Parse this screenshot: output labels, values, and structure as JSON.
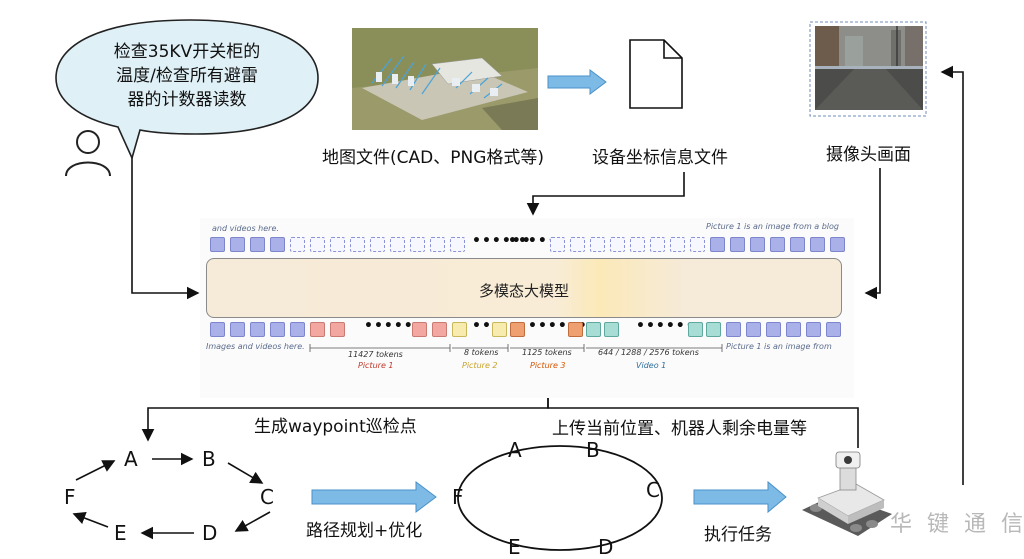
{
  "user_query": {
    "line1": "检查35KV开关柜的",
    "line2": "温度/检查所有避雷",
    "line3": "器的计数器读数"
  },
  "top_labels": {
    "map_file": "地图文件(CAD、PNG格式等)",
    "coord_file": "设备坐标信息文件",
    "camera": "摄像头画面"
  },
  "model": {
    "title": "多模态大模型",
    "top_caption_left": "and videos here.",
    "top_caption_right": "Picture 1 is an image from a blog",
    "bottom_caption_left": "Images and videos here.",
    "bottom_caption_right": "Picture 1 is an image from",
    "dots": "••••••",
    "segments": [
      {
        "tokens": "11427 tokens",
        "name": "Picture 1",
        "color": "#c0392b"
      },
      {
        "tokens": "8 tokens",
        "name": "Picture 2",
        "color": "#c9a227"
      },
      {
        "tokens": "1125 tokens",
        "name": "Picture 3",
        "color": "#d35400"
      },
      {
        "tokens": "644 / 1288 / 2576 tokens",
        "name": "Video 1",
        "color": "#2e6f9e"
      }
    ]
  },
  "flow": {
    "generate_label": "生成waypoint巡检点",
    "upload_label": "上传当前位置、机器人剩余电量等",
    "path_label": "路径规划+优化",
    "execute_label": "执行任务"
  },
  "graph_left": [
    "A",
    "B",
    "C",
    "D",
    "E",
    "F"
  ],
  "graph_right": [
    "A",
    "B",
    "C",
    "D",
    "E",
    "F"
  ],
  "watermark": "华 键 通 信",
  "colors": {
    "arrow_blue": "#5aa6de",
    "model_bg": "#f7eee0",
    "line": "#111111"
  }
}
